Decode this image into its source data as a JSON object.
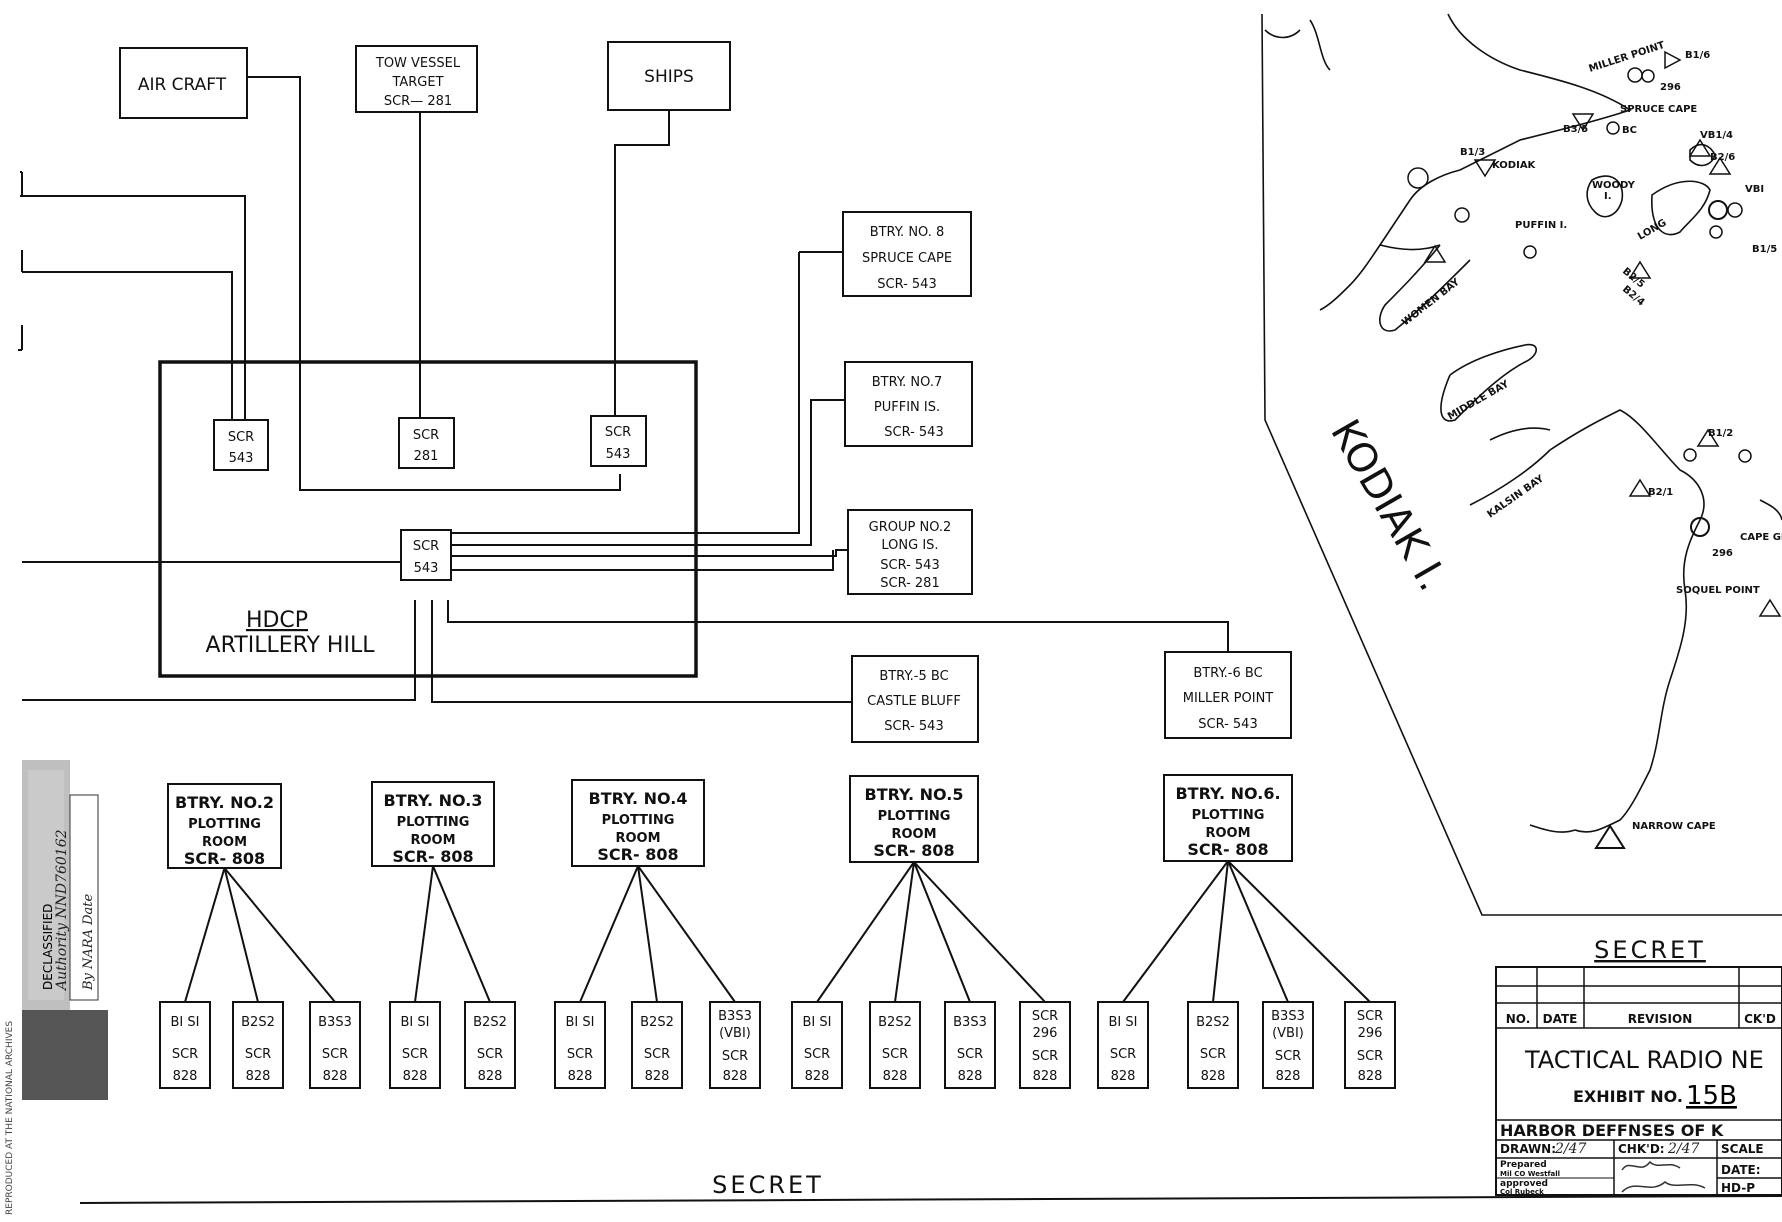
{
  "sources": {
    "aircraft": "AIR CRAFT",
    "tow_vessel": [
      "TOW VESSEL",
      "TARGET",
      "SCR— 281"
    ],
    "ships": "SHIPS"
  },
  "hdcp": {
    "title": "HDCP",
    "subtitle": "ARTILLERY HILL",
    "sets": [
      [
        "SCR",
        "543"
      ],
      [
        "SCR",
        "281"
      ],
      [
        "SCR",
        "543"
      ]
    ],
    "central": [
      "SCR",
      "543"
    ]
  },
  "stations": [
    [
      "BTRY. NO. 8",
      "SPRUCE CAPE",
      "SCR- 543"
    ],
    [
      "BTRY. NO.7",
      "PUFFIN IS.",
      "SCR- 543"
    ],
    [
      "GROUP NO.2",
      "LONG IS.",
      "SCR- 543",
      "SCR- 281"
    ],
    [
      "BTRY.-5 BC",
      "CASTLE BLUFF",
      "SCR- 543"
    ],
    [
      "BTRY.-6 BC",
      "MILLER POINT",
      "SCR- 543"
    ]
  ],
  "plotting_rooms": [
    {
      "lines": [
        "BTRY. NO.2",
        "PLOTTING",
        "ROOM",
        "SCR- 808"
      ],
      "children": [
        [
          "BI SI",
          "SCR",
          "828"
        ],
        [
          "B2S2",
          "SCR",
          "828"
        ],
        [
          "B3S3",
          "SCR",
          "828"
        ]
      ]
    },
    {
      "lines": [
        "BTRY. NO.3",
        "PLOTTING",
        "ROOM",
        "SCR- 808"
      ],
      "children": [
        [
          "BI SI",
          "SCR",
          "828"
        ],
        [
          "B2S2",
          "SCR",
          "828"
        ]
      ]
    },
    {
      "lines": [
        "BTRY. NO.4",
        "PLOTTING",
        "ROOM",
        "SCR- 808"
      ],
      "children": [
        [
          "BI SI",
          "SCR",
          "828"
        ],
        [
          "B2S2",
          "SCR",
          "828"
        ],
        [
          "B3S3",
          "(VBI)",
          "SCR",
          "828"
        ]
      ]
    },
    {
      "lines": [
        "BTRY. NO.5",
        "PLOTTING",
        "ROOM",
        "SCR- 808"
      ],
      "children": [
        [
          "BI SI",
          "SCR",
          "828"
        ],
        [
          "B2S2",
          "SCR",
          "828"
        ],
        [
          "B3S3",
          "SCR",
          "828"
        ],
        [
          "SCR",
          "296",
          "SCR",
          "828"
        ]
      ]
    },
    {
      "lines": [
        "BTRY. NO.6.",
        "PLOTTING",
        "ROOM",
        "SCR- 808"
      ],
      "children": [
        [
          "BI SI",
          "SCR",
          "828"
        ],
        [
          "B2S2",
          "SCR",
          "828"
        ],
        [
          "B3S3",
          "(VBI)",
          "SCR",
          "828"
        ],
        [
          "SCR",
          "296",
          "SCR",
          "828"
        ]
      ]
    }
  ],
  "map": {
    "island": "KODIAK I.",
    "labels": [
      "MILLER POINT",
      "B1/6",
      "296",
      "SPRUCE CAPE",
      "B3/5",
      "BC",
      "VB1/4",
      "B2/6",
      "VBI",
      "B1/3",
      "KODIAK",
      "WOODY",
      "I.",
      "PUFFIN I.",
      "LONG",
      "B1/5",
      "B2/5",
      "B2/4",
      "WOMEN BAY",
      "MIDDLE BAY",
      "KALSIN BAY",
      "B1/2",
      "B2/1",
      "CAPE GREVILLE",
      "296",
      "SOQUEL POINT",
      "NARROW CAPE"
    ]
  },
  "secret_top": "SECRET",
  "secret_bottom": "SECRET",
  "title_block": {
    "headers": [
      "NO.",
      "DATE",
      "REVISION",
      "CK'D"
    ],
    "title": "TACTICAL RADIO NE",
    "exhibit_label": "EXHIBIT NO.",
    "exhibit_no": "15B",
    "subtitle": "HARBOR DEFFNSES OF K",
    "drawn_label": "DRAWN:",
    "drawn_value": "2/47",
    "chkd_label": "CHK'D:",
    "chkd_value": "2/47",
    "scale_label": "SCALE",
    "prepared_label": "Prepared",
    "prepared_note": "Mil CO Westfall",
    "date_label": "DATE:",
    "approved_label": "approved",
    "approved_note": "Col Rubeck",
    "drawing_no": "HD-P"
  },
  "stamp": {
    "lines": [
      "DECLASSIFIED",
      "Authority NND760162",
      "By NARA Date"
    ]
  },
  "side_text": "REPRODUCED AT THE NATIONAL ARCHIVES"
}
